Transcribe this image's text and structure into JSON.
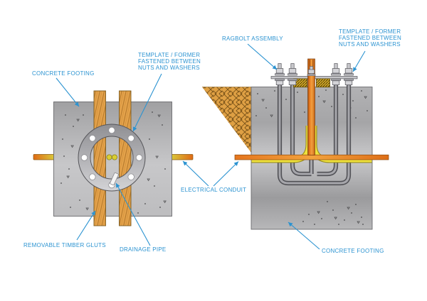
{
  "diagram": {
    "title_context": "Ragbolt assembly footing detail (plan and section views)",
    "labels": {
      "concrete_footing_left": "CONCRETE FOOTING",
      "template_former_left": "TEMPLATE / FORMER\nFASTENED BETWEEN\nNUTS AND WASHERS",
      "ragbolt_assembly": "RAGBOLT ASSEMBLY",
      "template_former_right": "TEMPLATE / FORMER\nFASTENED BETWEEN\nNUTS AND WASHERS",
      "electrical_conduit": "ELECTRICAL CONDUIT",
      "removable_timber_gluts": "REMOVABLE TIMBER GLUTS",
      "drainage_pipe": "DRAINAGE PIPE",
      "concrete_footing_right": "CONCRETE FOOTING"
    },
    "colors": {
      "label_blue": "#2B93D1",
      "concrete_gray": "#B5B5B7",
      "timber_orange": "#E3A24B",
      "earth_tan": "#DFA044",
      "conduit_orange": "#E5761E",
      "drainage_yellow": "#EFE23D",
      "steel_gray": "#C9C9CD",
      "background": "#FFFFFF"
    }
  }
}
